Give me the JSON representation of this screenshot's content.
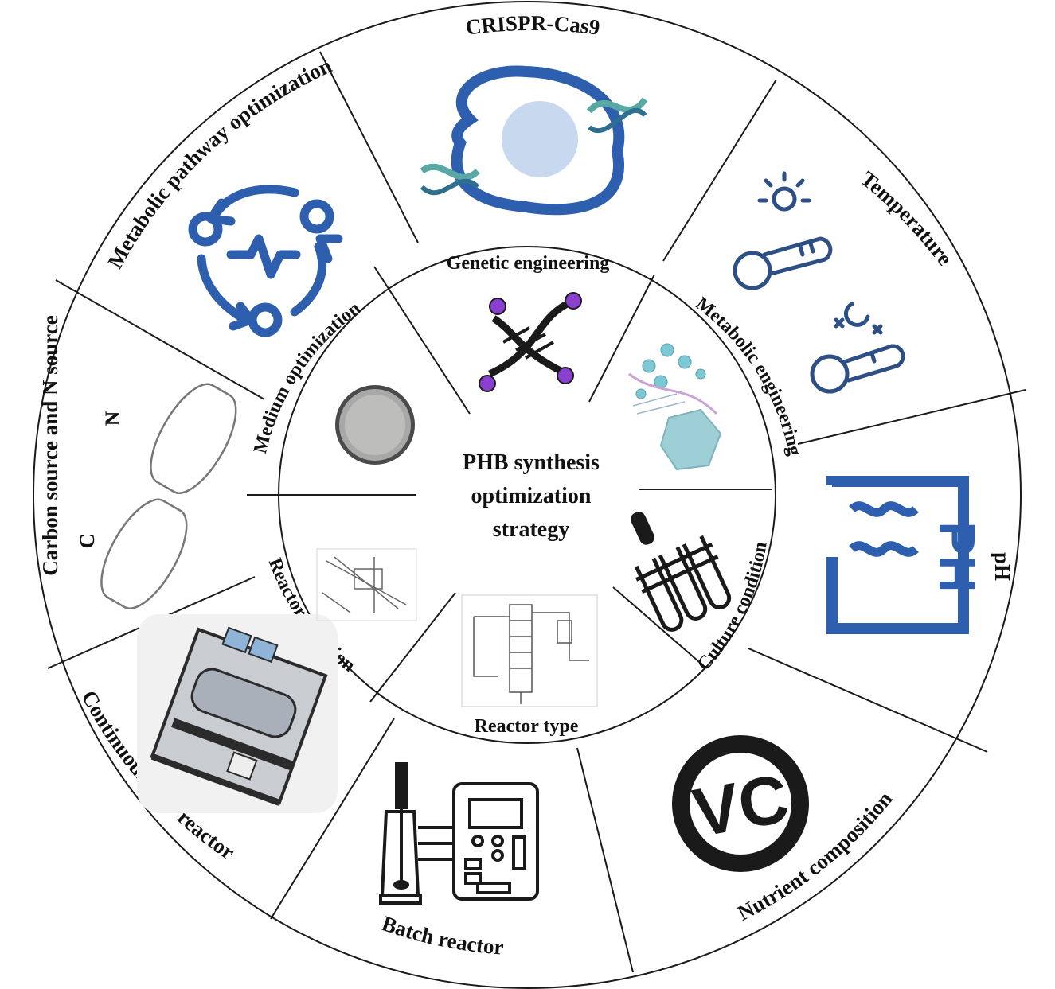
{
  "center": {
    "lines": [
      "PHB synthesis",
      "optimization",
      "strategy"
    ]
  },
  "inner_ring": [
    {
      "label": "Genetic engineering",
      "icon": "dna-icon"
    },
    {
      "label": "Metabolic engineering",
      "icon": "metabolomics-illustration"
    },
    {
      "label": "Culture condition",
      "icon": "test-tubes-icon"
    },
    {
      "label": "Reactor type",
      "icon": "reactor-schematic"
    },
    {
      "label": "Reactor selection",
      "icon": "reactor-sketch"
    },
    {
      "label": "Medium optimization",
      "icon": "petri-dish-icon"
    }
  ],
  "outer_ring": [
    {
      "label": "CRISPR-Cas9",
      "icon": "cell-dna-icon"
    },
    {
      "label": "Temperature",
      "icon": "thermometer-icon"
    },
    {
      "label": "pH",
      "icon": "ph-icon"
    },
    {
      "label": "Nutrient composition",
      "icon": "vitamin-c-icon"
    },
    {
      "label": "Batch reactor",
      "icon": "bioreactor-icon"
    },
    {
      "label": "Continuous flow reactor",
      "icon": "flow-reactor-icon"
    },
    {
      "label": "Carbon source and N source",
      "icon": "carbon-nitrogen-tablets-icon"
    },
    {
      "label": "Metabolic pathway optimization",
      "icon": "pathway-cycle-icon"
    }
  ],
  "tablet_letters": {
    "c": "C",
    "n": "N"
  },
  "ph_icon_text": "PH",
  "vc_icon_text": "VC",
  "colors": {
    "blue": "#2d5fae",
    "teal": "#5aa8a6",
    "purple": "#8b3fd0",
    "dark": "#1a1a1a",
    "thermo_blue": "#2e4f86"
  }
}
